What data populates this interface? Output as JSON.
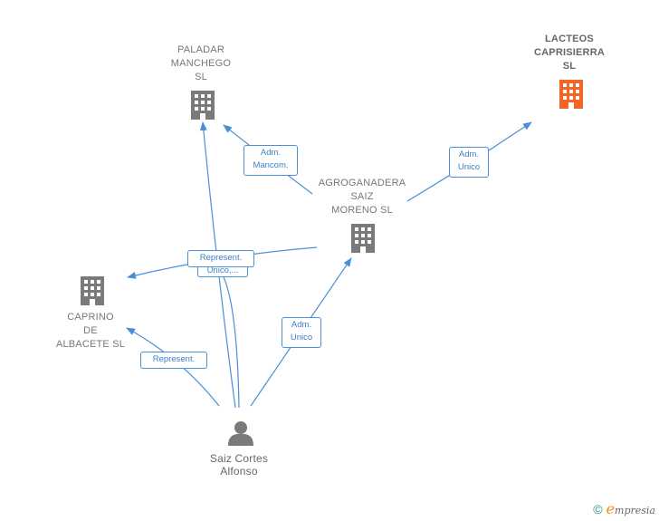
{
  "colors": {
    "edge": "#4a8fd6",
    "building": "#7a7a7a",
    "building_highlight": "#f26522",
    "person": "#7a7a7a"
  },
  "nodes": {
    "paladar": {
      "label": "PALADAR\nMANCHEGO\nSL",
      "icon": "building-icon"
    },
    "lacteos": {
      "label": "LACTEOS\nCAPRISIERRA\nSL",
      "icon": "building-icon",
      "highlight": true
    },
    "agroganadera": {
      "label": "AGROGANADERA\nSAIZ\nMORENO  SL",
      "icon": "building-icon"
    },
    "caprino": {
      "label": "CAPRINO\nDE\nALBACETE  SL",
      "icon": "building-icon"
    },
    "person": {
      "label": "Saiz Cortes\nAlfonso",
      "icon": "person-icon"
    }
  },
  "edges": {
    "agro_paladar": "Adm.\nMancom.",
    "agro_lacteos": "Adm.\nUnico",
    "person_agro": "Adm.\nUnico",
    "person_caprino": "Represent.",
    "agro_caprino": "Represent.",
    "person_paladar": "Unico,..."
  },
  "footer": {
    "copyright": "©",
    "brand_first": "e",
    "brand_rest": "mpresia"
  }
}
